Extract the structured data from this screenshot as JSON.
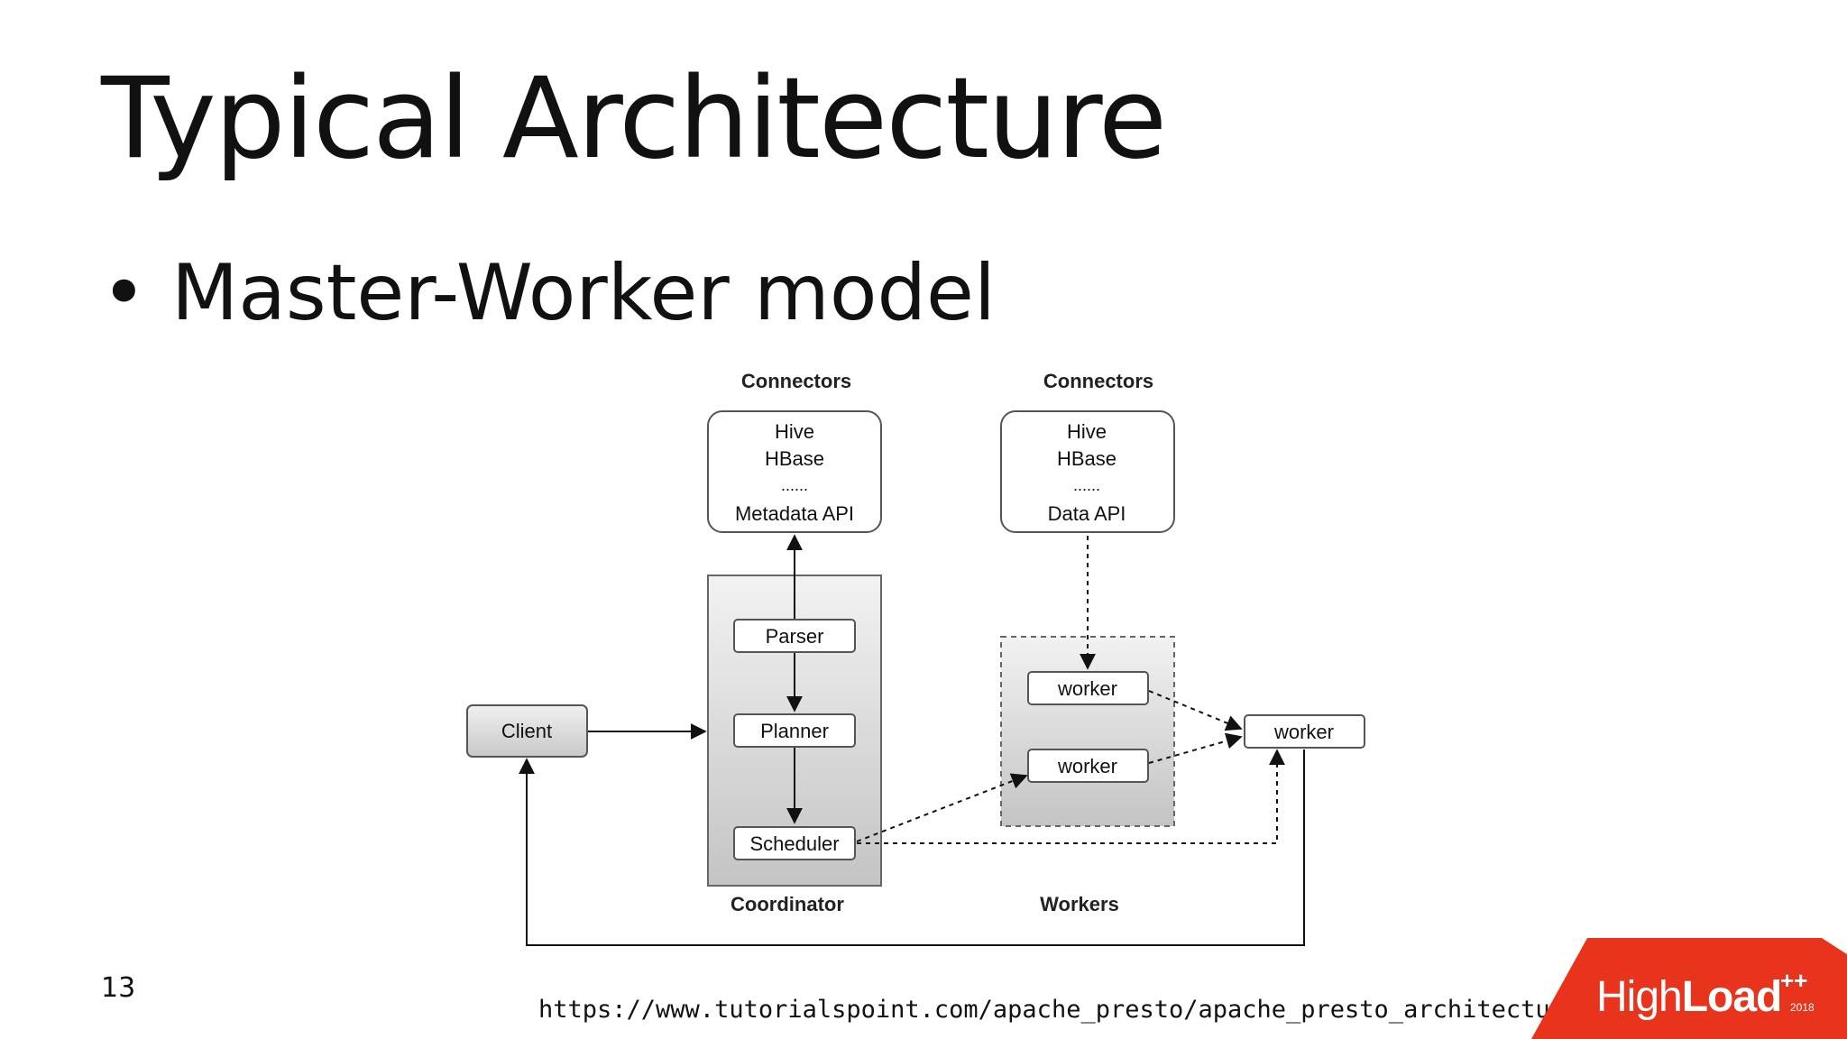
{
  "slide": {
    "title": "Typical Architecture",
    "bullet_symbol": "•",
    "bullet": "Master-Worker model",
    "page_number": "13",
    "source_url": "https://www.tutorialspoint.com/apache_presto/apache_presto_architecture.htm"
  },
  "diagram": {
    "connectors_left": {
      "heading": "Connectors",
      "lines": [
        "Hive",
        "HBase",
        "......",
        "Metadata API"
      ]
    },
    "connectors_right": {
      "heading": "Connectors",
      "lines": [
        "Hive",
        "HBase",
        "......",
        "Data API"
      ]
    },
    "coordinator": {
      "label": "Coordinator",
      "parser": "Parser",
      "planner": "Planner",
      "scheduler": "Scheduler"
    },
    "client": "Client",
    "workers": {
      "label": "Workers",
      "worker_1": "worker",
      "worker_2": "worker",
      "worker_external": "worker"
    }
  },
  "logo": {
    "text_light": "High",
    "text_bold": "Load",
    "superscript": "++",
    "year": "2018",
    "color": "#e8341c"
  }
}
